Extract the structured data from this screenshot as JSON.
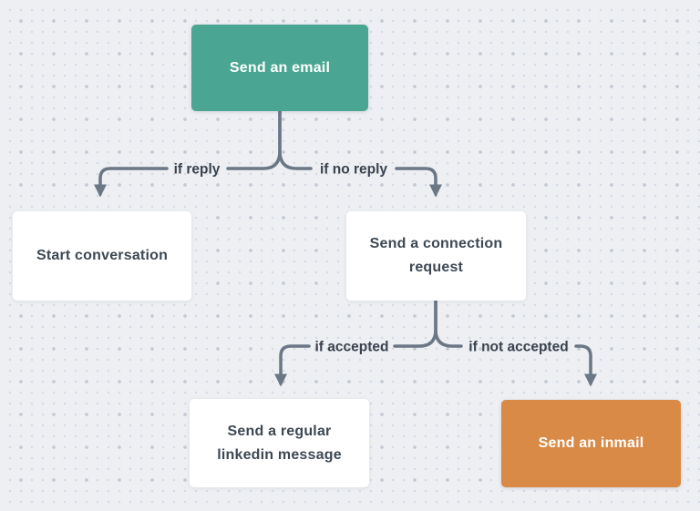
{
  "diagram": {
    "type": "flowchart",
    "colors": {
      "canvas_background": "#edeff3",
      "dot_grid": "#c9cdd6",
      "teal_node": "#4aa692",
      "orange_node": "#d98a47",
      "white_node": "#ffffff",
      "connector": "#6b7785",
      "dark_text": "#3d4853",
      "label_text": "#39424e"
    },
    "nodes": [
      {
        "id": "send-email",
        "label": "Send an email",
        "type": "teal"
      },
      {
        "id": "start-conversation",
        "label": "Start conversation",
        "type": "white"
      },
      {
        "id": "connection-request",
        "label": "Send a connection request",
        "type": "white"
      },
      {
        "id": "linkedin-message",
        "label": "Send a regular linkedin message",
        "type": "white"
      },
      {
        "id": "send-inmail",
        "label": "Send an inmail",
        "type": "orange"
      }
    ],
    "edges": [
      {
        "from": "send-email",
        "to": "start-conversation",
        "label": "if reply"
      },
      {
        "from": "send-email",
        "to": "connection-request",
        "label": "if no reply"
      },
      {
        "from": "connection-request",
        "to": "linkedin-message",
        "label": "if accepted"
      },
      {
        "from": "connection-request",
        "to": "send-inmail",
        "label": "if not accepted"
      }
    ]
  }
}
